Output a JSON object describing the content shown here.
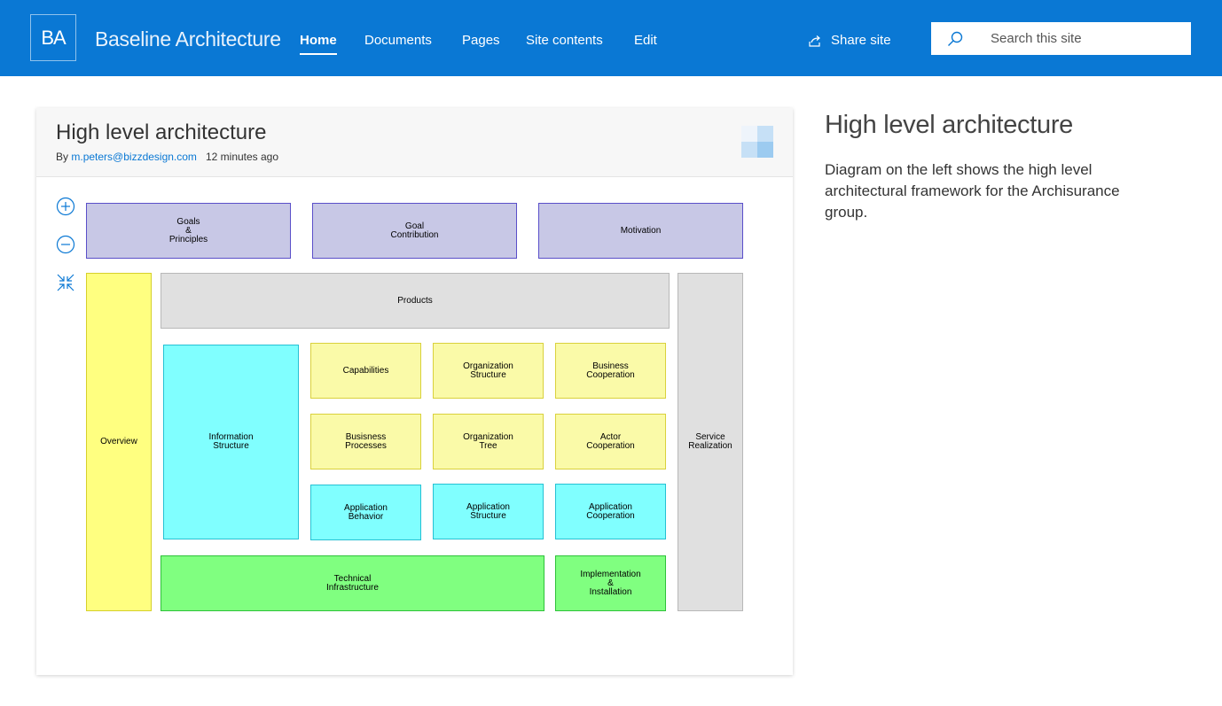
{
  "header": {
    "logo": "BA",
    "site_title": "Baseline Architecture",
    "nav": [
      "Home",
      "Documents",
      "Pages",
      "Site contents",
      "Edit"
    ],
    "active_nav": "Home",
    "share_label": "Share site",
    "search_placeholder": "Search this site"
  },
  "card": {
    "title": "High level architecture",
    "by_label": "By",
    "author": "m.peters@bizzdesign.com",
    "time": "12 minutes ago"
  },
  "diagram": {
    "goals": "Goals\n&\nPrinciples",
    "goal_contribution": "Goal\nContribution",
    "motivation": "Motivation",
    "overview": "Overview",
    "products": "Products",
    "service_realization": "Service\nRealization",
    "information_structure": "Information\nStructure",
    "capabilities": "Capabilities",
    "organization_structure": "Organization\nStructure",
    "business_cooperation": "Business\nCooperation",
    "business_processes": "Busisness\nProcesses",
    "organization_tree": "Organization\nTree",
    "actor_cooperation": "Actor\nCooperation",
    "application_behavior": "Application\nBehavior",
    "application_structure": "Application\nStructure",
    "application_cooperation": "Application\nCooperation",
    "technical_infrastructure": "Technical\nInfrastructure",
    "implementation_installation": "Implementation\n&\nInstallation"
  },
  "side": {
    "title": "High level architecture",
    "text": "Diagram on the left shows the high level architectural framework for the Archisurance group."
  },
  "colors": {
    "brand": "#0a78d4",
    "purple": "#c8c8e6",
    "yellow": "#ffff80",
    "cyan": "#80ffff",
    "green": "#80ff80",
    "gray": "#e0e0e0"
  }
}
